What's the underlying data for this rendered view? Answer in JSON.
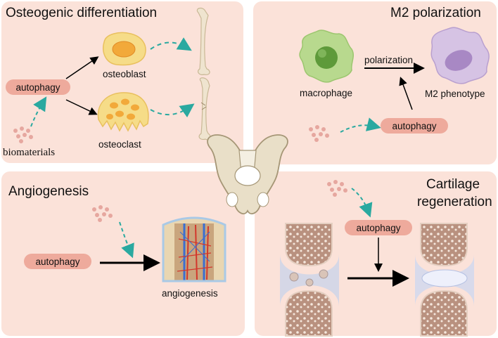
{
  "panels": {
    "osteogenic": {
      "title": "Osteogenic differentiation",
      "pill": "autophagy",
      "osteoblast": "osteoblast",
      "osteoclast": "osteoclast",
      "biomaterials": "biomaterials"
    },
    "m2": {
      "title": "M2 polarization",
      "macrophage": "macrophage",
      "polarization": "polarization",
      "phenotype": "M2 phenotype",
      "pill": "autophagy"
    },
    "angiogenesis": {
      "title": "Angiogenesis",
      "pill": "autophagy",
      "caption": "angiogenesis"
    },
    "cartilage": {
      "title_line1": "Cartilage",
      "title_line2": "regeneration",
      "pill": "autophagy"
    }
  },
  "colors": {
    "panel_bg": "#fbe2d9",
    "pill": "#eeaa9c",
    "dashed_arrow": "#2aa9a0",
    "particles": "#e6a79f"
  }
}
